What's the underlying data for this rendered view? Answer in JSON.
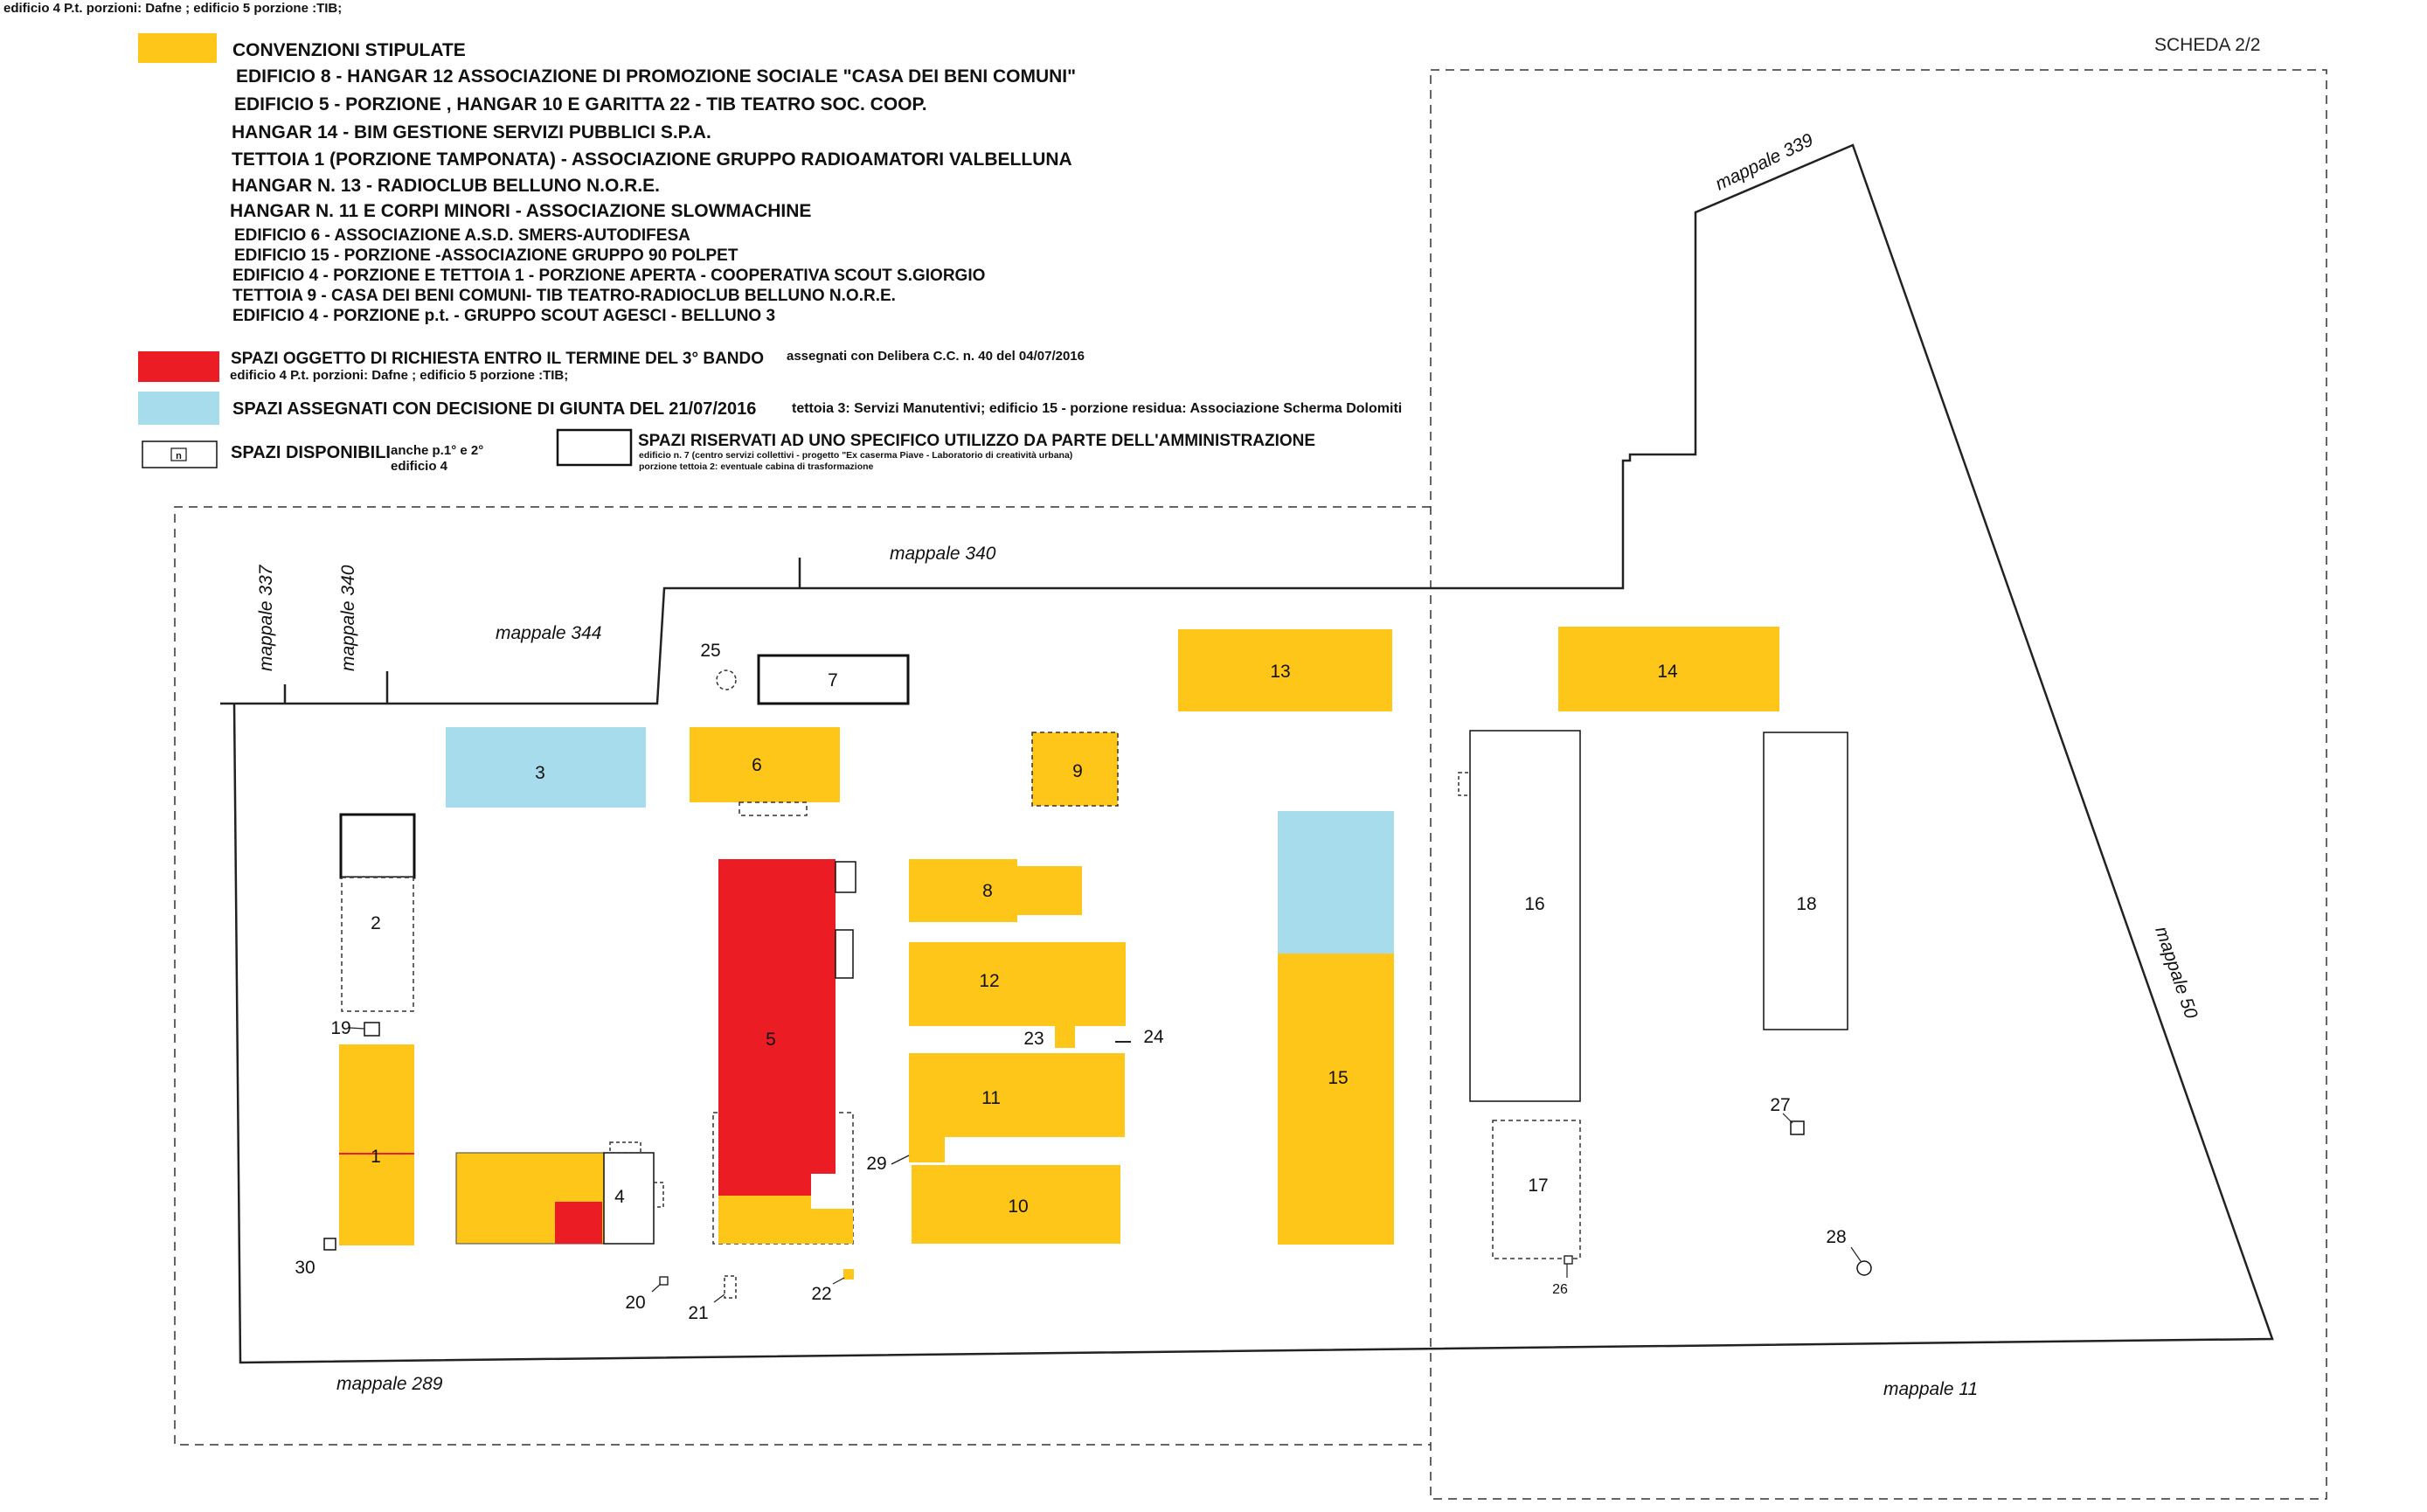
{
  "header_note": "edificio 4 P.t. porzioni: Dafne ; edificio 5 porzione :TIB;",
  "sheet_label": "SCHEDA 2/2",
  "legend": {
    "stipulated": {
      "title": "CONVENZIONI STIPULATE",
      "color": "#FFC61A",
      "lines": [
        "EDIFICIO 8 -  HANGAR 12   ASSOCIAZIONE DI PROMOZIONE SOCIALE \"CASA DEI  BENI COMUNI\"",
        "EDIFICIO 5 - PORZIONE , HANGAR 10 E GARITTA 22  - TIB TEATRO SOC. COOP.",
        "HANGAR 14 - BIM GESTIONE SERVIZI PUBBLICI S.P.A.",
        "TETTOIA 1 (PORZIONE TAMPONATA) - ASSOCIAZIONE  GRUPPO RADIOAMATORI VALBELLUNA",
        "HANGAR N. 13 -  RADIOCLUB BELLUNO N.O.R.E.",
        "HANGAR N. 11 E CORPI MINORI - ASSOCIAZIONE SLOWMACHINE",
        "EDIFICIO 6 - ASSOCIAZIONE A.S.D. SMERS-AUTODIFESA",
        "EDIFICIO 15 - PORZIONE -ASSOCIAZIONE GRUPPO 90 POLPET",
        "EDIFICIO 4 - PORZIONE E TETTOIA 1 - PORZIONE APERTA - COOPERATIVA SCOUT S.GIORGIO",
        "TETTOIA 9 - CASA DEI BENI COMUNI- TIB TEATRO-RADIOCLUB BELLUNO N.O.R.E.",
        "EDIFICIO 4 - PORZIONE p.t. - GRUPPO SCOUT AGESCI - BELLUNO 3"
      ]
    },
    "requested": {
      "title": "SPAZI OGGETTO DI RICHIESTA ENTRO IL TERMINE DEL 3° BANDO",
      "note": "assegnati con Delibera C.C. n. 40 del 04/07/2016",
      "sub": "edificio 4 P.t. porzioni: Dafne ; edificio 5 porzione :TIB;",
      "color": "#EC1C24"
    },
    "giunta": {
      "title": "SPAZI ASSEGNATI CON DECISIONE DI GIUNTA DEL 21/07/2016",
      "note": "tettoia 3: Servizi Manutentivi; edificio 15 - porzione residua: Associazione Scherma Dolomiti",
      "color": "#A6DCEB"
    },
    "available": {
      "swatch_label": "n",
      "title": "SPAZI DISPONIBILI",
      "note1": "anche p.1° e 2°",
      "note2": "edificio 4"
    },
    "reserved": {
      "title": "SPAZI RISERVATI AD UNO SPECIFICO UTILIZZO DA PARTE DELL'AMMINISTRAZIONE",
      "note1": "edificio n. 7 (centro servizi collettivi - progetto \"Ex caserma Piave - Laboratorio di creatività urbana)",
      "note2": "porzione tettoia 2: eventuale cabina di trasformazione"
    }
  },
  "parcels": {
    "m337": "mappale 337",
    "m340a": "mappale 340",
    "m344": "mappale 344",
    "m340b": "mappale 340",
    "m339": "mappale 339",
    "m50": "mappale 50",
    "m289": "mappale 289",
    "m11": "mappale 11"
  },
  "buildings": {
    "b1": "1",
    "b2": "2",
    "b3": "3",
    "b4": "4",
    "b5": "5",
    "b6": "6",
    "b7": "7",
    "b8": "8",
    "b9": "9",
    "b10": "10",
    "b11": "11",
    "b12": "12",
    "b13": "13",
    "b14": "14",
    "b15": "15",
    "b16": "16",
    "b17": "17",
    "b18": "18",
    "b19": "19",
    "b20": "20",
    "b21": "21",
    "b22": "22",
    "b23": "23",
    "b24": "24",
    "b25": "25",
    "b26": "26",
    "b27": "27",
    "b28": "28",
    "b29": "29",
    "b30": "30"
  }
}
